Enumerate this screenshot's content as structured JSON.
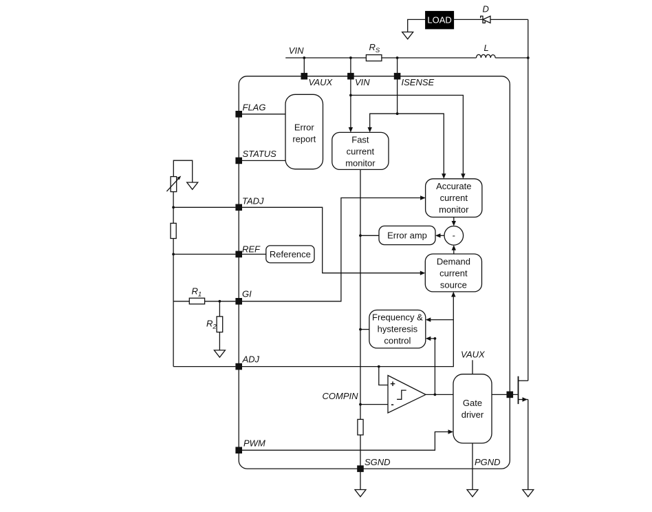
{
  "external": {
    "vin_label": "VIN",
    "rs": {
      "name": "R",
      "sub": "S"
    },
    "load_label": "LOAD",
    "diode_label": "D",
    "inductor_label": "L",
    "r1": {
      "name": "R",
      "sub": "1"
    },
    "r2": {
      "name": "R",
      "sub": "2"
    }
  },
  "pins": {
    "top": {
      "vaux": "VAUX",
      "vin": "VIN",
      "isense": "ISENSE"
    },
    "left": {
      "flag": "FLAG",
      "status": "STATUS",
      "tadj": "TADJ",
      "ref": "REF",
      "gi": "GI",
      "adj": "ADJ",
      "pwm": "PWM"
    },
    "bottom": {
      "sgnd": "SGND",
      "pgnd": "PGND"
    }
  },
  "nets": {
    "compin": "COMPIN",
    "vaux_rail": "VAUX"
  },
  "blocks": {
    "error_report": {
      "lines": [
        "Error",
        "report"
      ]
    },
    "fast_current_monitor": {
      "lines": [
        "Fast",
        "current",
        "monitor"
      ]
    },
    "reference": {
      "lines": [
        "Reference"
      ]
    },
    "accurate_current_monitor": {
      "lines": [
        "Accurate",
        "current",
        "monitor"
      ]
    },
    "error_amp": {
      "lines": [
        "Error amp"
      ]
    },
    "demand_current_source": {
      "lines": [
        "Demand",
        "current",
        "source"
      ]
    },
    "frequency_hysteresis_control": {
      "lines": [
        "Frequency &",
        "hysteresis",
        "control"
      ]
    },
    "gate_driver": {
      "lines": [
        "Gate",
        "driver"
      ]
    }
  },
  "symbols": {
    "summing_junction": "-",
    "comparator_plus": "+",
    "comparator_minus": "-"
  },
  "colors": {
    "line": "#111111",
    "background": "#ffffff",
    "load_fill": "#000000",
    "load_text": "#ffffff"
  }
}
